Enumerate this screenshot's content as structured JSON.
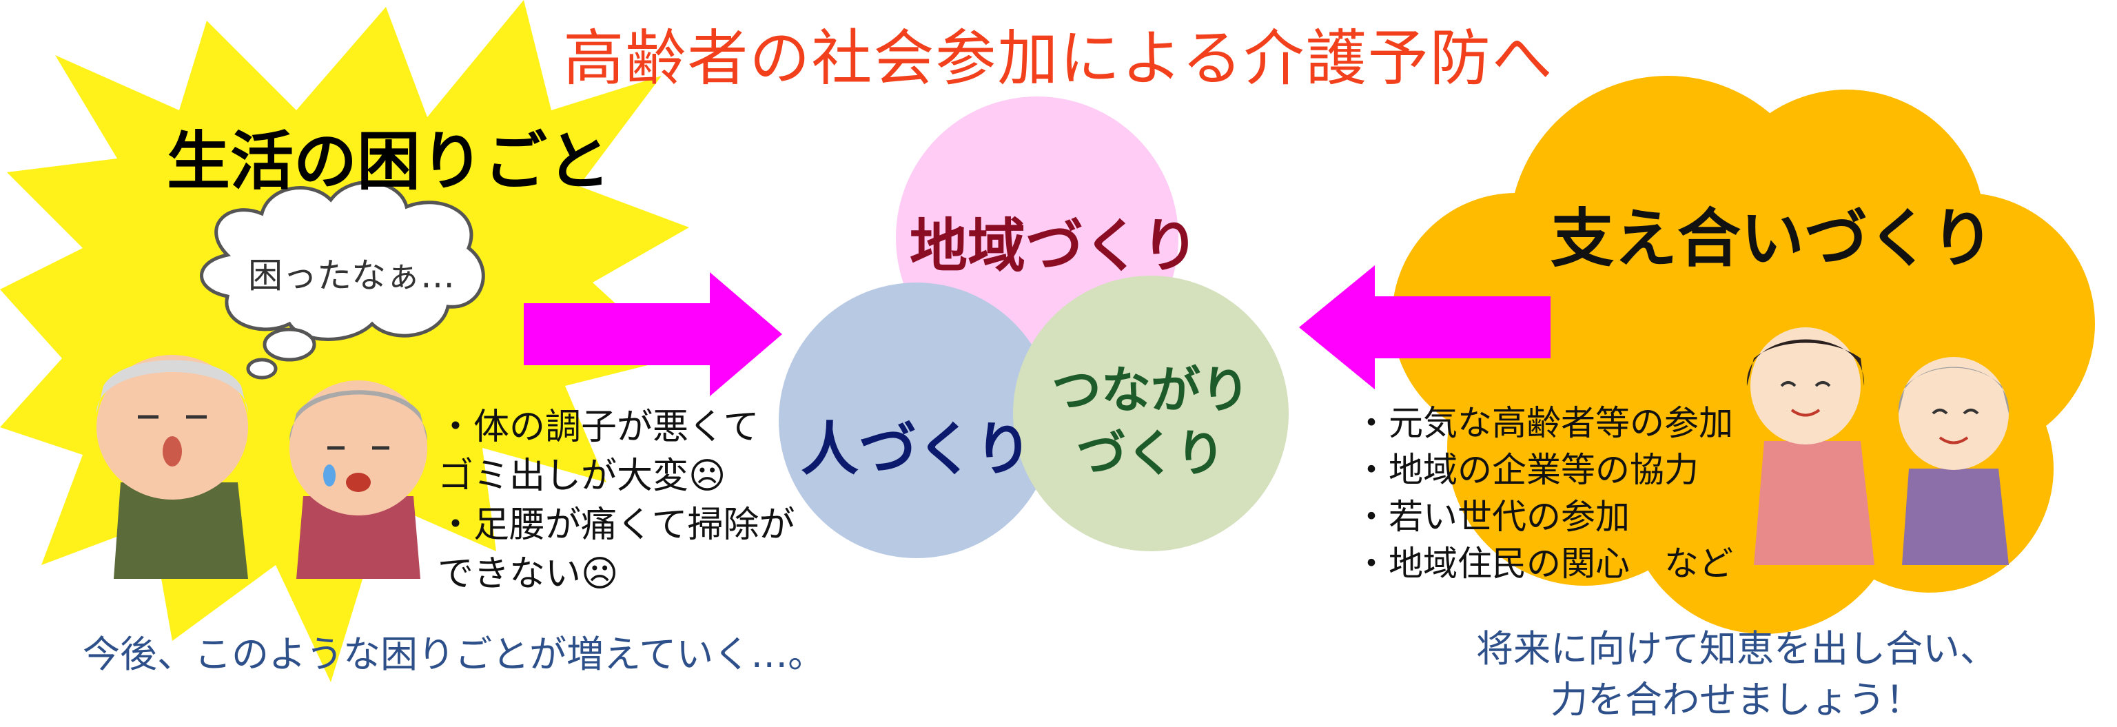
{
  "title": "高齢者の社会参加による介護予防へ",
  "left": {
    "heading": "生活の困りごと",
    "thought": "困ったなぁ…",
    "bullets": [
      "・体の調子が悪くて",
      "ゴミ出しが大変☹",
      "・足腰が痛くて掃除が",
      "できない☹"
    ],
    "caption": "今後、このような困りごとが増えていく…。"
  },
  "center": {
    "top": "地域づくり",
    "left": "人づくり",
    "right_line1": "つながり",
    "right_line2": "づくり"
  },
  "right": {
    "heading": "支え合いづくり",
    "bullets": [
      "・元気な高齢者等の参加",
      "・地域の企業等の協力",
      "・若い世代の参加",
      "・地域住民の関心　など"
    ],
    "caption_line1": "将来に向けて知恵を出し合い、",
    "caption_line2": "力を合わせましょう！"
  },
  "colors": {
    "title": "#f2401d",
    "burst": "#fff21a",
    "cloud": "#ffbb00",
    "arrow": "#ff00ff",
    "circle_top": "#ffccf5",
    "circle_left": "#b8c9e3",
    "circle_right": "#d5e0bd",
    "caption": "#2d4f8a"
  },
  "icons": {
    "elderly_couple": "elderly-couple-illustration",
    "caregiver_pair": "caregiver-and-elder-illustration"
  }
}
